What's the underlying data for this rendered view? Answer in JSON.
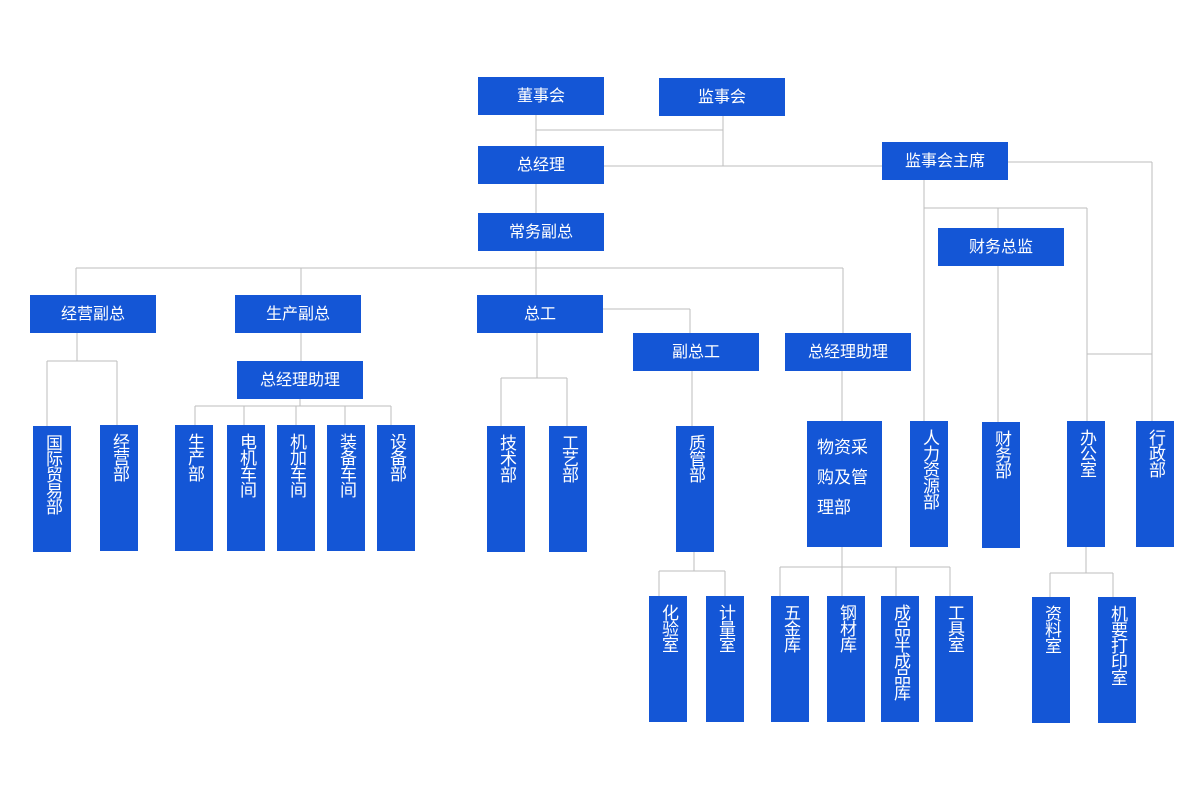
{
  "chart_data": {
    "type": "org-chart",
    "nodes": {
      "board": "董事会",
      "supervisory_board": "监事会",
      "general_manager": "总经理",
      "supervisory_chair": "监事会主席",
      "exec_vp": "常务副总",
      "cfo": "财务总监",
      "vp_business": "经营副总",
      "vp_production": "生产副总",
      "chief_engineer": "总工",
      "deputy_chief_engineer": "副总工",
      "gm_assistant": "总经理助理",
      "gm_assistant_production": "总经理助理",
      "intl_trade": "国际贸易部",
      "business_dept": "经营部",
      "production_dept": "生产部",
      "motor_workshop": "电机车间",
      "machining_workshop": "机加车间",
      "assembly_workshop": "装备车间",
      "equipment_dept": "设备部",
      "tech_dept": "技术部",
      "process_dept": "工艺部",
      "quality_dept": "质管部",
      "procurement_dept": "物资采购及管理部",
      "hr_dept": "人力资源部",
      "finance_dept": "财务部",
      "office": "办公室",
      "admin_dept": "行政部",
      "lab": "化验室",
      "metrology": "计量室",
      "hardware_store": "五金库",
      "steel_store": "钢材库",
      "product_store": "成品半成品库",
      "tool_room": "工具室",
      "archive_room": "资料室",
      "print_room": "机要打印室"
    },
    "edges": [
      [
        "board",
        "general_manager"
      ],
      [
        "supervisory_board",
        "general_manager"
      ],
      [
        "general_manager",
        "supervisory_chair"
      ],
      [
        "general_manager",
        "exec_vp"
      ],
      [
        "exec_vp",
        "vp_business"
      ],
      [
        "exec_vp",
        "vp_production"
      ],
      [
        "exec_vp",
        "chief_engineer"
      ],
      [
        "exec_vp",
        "gm_assistant"
      ],
      [
        "chief_engineer",
        "deputy_chief_engineer"
      ],
      [
        "supervisory_chair",
        "cfo"
      ],
      [
        "supervisory_chair",
        "hr_dept"
      ],
      [
        "supervisory_chair",
        "office"
      ],
      [
        "supervisory_chair",
        "admin_dept"
      ],
      [
        "cfo",
        "finance_dept"
      ],
      [
        "vp_business",
        "intl_trade"
      ],
      [
        "vp_business",
        "business_dept"
      ],
      [
        "vp_production",
        "gm_assistant_production"
      ],
      [
        "gm_assistant_production",
        "production_dept"
      ],
      [
        "gm_assistant_production",
        "motor_workshop"
      ],
      [
        "gm_assistant_production",
        "machining_workshop"
      ],
      [
        "gm_assistant_production",
        "assembly_workshop"
      ],
      [
        "gm_assistant_production",
        "equipment_dept"
      ],
      [
        "chief_engineer",
        "tech_dept"
      ],
      [
        "chief_engineer",
        "process_dept"
      ],
      [
        "deputy_chief_engineer",
        "quality_dept"
      ],
      [
        "gm_assistant",
        "procurement_dept"
      ],
      [
        "quality_dept",
        "lab"
      ],
      [
        "quality_dept",
        "metrology"
      ],
      [
        "procurement_dept",
        "hardware_store"
      ],
      [
        "procurement_dept",
        "steel_store"
      ],
      [
        "procurement_dept",
        "product_store"
      ],
      [
        "procurement_dept",
        "tool_room"
      ],
      [
        "office",
        "archive_room"
      ],
      [
        "office",
        "print_room"
      ]
    ],
    "colors": {
      "node": "#1456d6",
      "connector": "#bdbdbd",
      "text": "#ffffff"
    }
  }
}
